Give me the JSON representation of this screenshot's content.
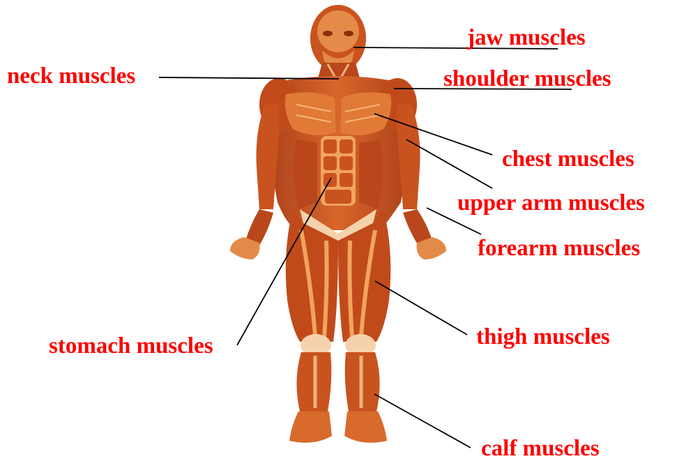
{
  "labels": {
    "jaw": "jaw muscles",
    "neck": "neck muscles",
    "shoulder": "shoulder muscles",
    "chest": "chest muscles",
    "upper_arm": "upper arm muscles",
    "forearm": "forearm muscles",
    "stomach": "stomach muscles",
    "thigh": "thigh muscles",
    "calf": "calf muscles"
  },
  "colors": {
    "label_text": "#ff0000",
    "leader_line": "#000000",
    "muscle_dark": "#8e2e0c",
    "muscle_mid": "#d05a1e",
    "muscle_light": "#f0a45c",
    "tendon": "#f6d2ac",
    "background": "#ffffff"
  }
}
